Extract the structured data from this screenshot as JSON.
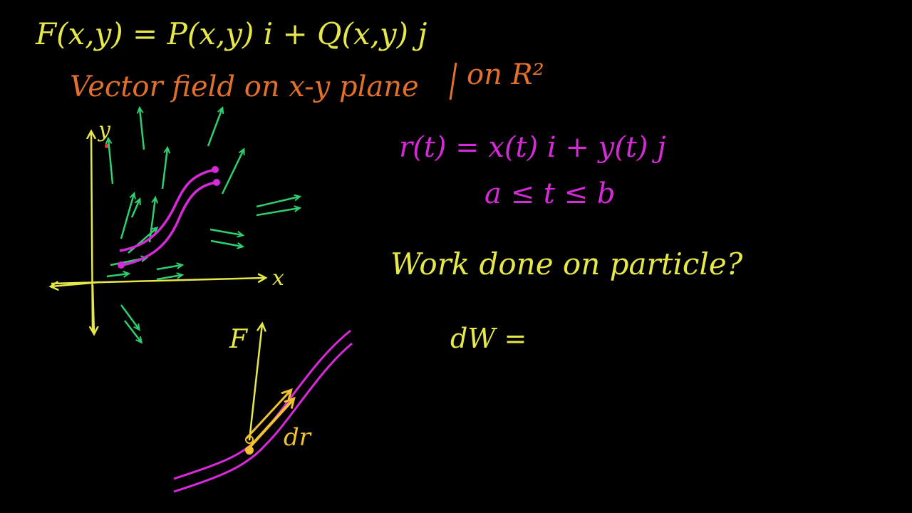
{
  "colors": {
    "background": "#000000",
    "yellow": "#e6e84a",
    "orange": "#e0702a",
    "green": "#2fcf70",
    "magenta": "#d62ad6",
    "gold": "#f2c230"
  },
  "equations": {
    "field": "F(x,y) = P(x,y) i + Q(x,y) j",
    "caption_left": "Vector field on x-y plane",
    "caption_right": "on R²",
    "position": "r(t) = x(t) i + y(t) j",
    "bounds": "a ≤ t ≤ b",
    "question": "Work done on particle?",
    "work": "dW ="
  },
  "axes": {
    "y_label": "y",
    "x_label": "x"
  },
  "detail": {
    "force_label": "F",
    "displacement_label": "dr"
  }
}
